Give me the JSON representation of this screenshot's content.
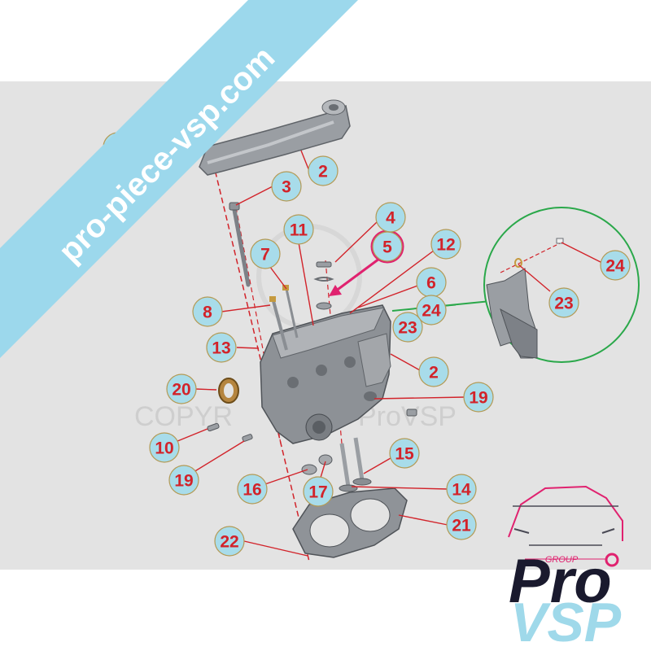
{
  "banner": {
    "text": "pro-piece-vsp.com"
  },
  "watermark": {
    "left": "COPYR",
    "right": "ProVSP"
  },
  "logo": {
    "group": "GROUP",
    "pro": "Pro",
    "vsp": "VSP"
  },
  "colors": {
    "panel": "#e3e3e3",
    "callout_fill": "#a8dcea",
    "callout_stroke": "#b49a55",
    "leader": "#d2232a",
    "banner": "#9cd8ec",
    "zoom_circle": "#2aa84a",
    "highlight": "#e0226f"
  },
  "callouts": [
    {
      "id": "c1",
      "label": "1"
    },
    {
      "id": "c2a",
      "label": "2"
    },
    {
      "id": "c3",
      "label": "3"
    },
    {
      "id": "c4",
      "label": "4"
    },
    {
      "id": "c5",
      "label": "5"
    },
    {
      "id": "c11",
      "label": "11"
    },
    {
      "id": "c12",
      "label": "12"
    },
    {
      "id": "c7",
      "label": "7"
    },
    {
      "id": "c6",
      "label": "6"
    },
    {
      "id": "c24a",
      "label": "24"
    },
    {
      "id": "c8",
      "label": "8"
    },
    {
      "id": "c23a",
      "label": "23"
    },
    {
      "id": "c13",
      "label": "13"
    },
    {
      "id": "c2b",
      "label": "2"
    },
    {
      "id": "c20",
      "label": "20"
    },
    {
      "id": "c19a",
      "label": "19"
    },
    {
      "id": "c10",
      "label": "10"
    },
    {
      "id": "c15",
      "label": "15"
    },
    {
      "id": "c19b",
      "label": "19"
    },
    {
      "id": "c16",
      "label": "16"
    },
    {
      "id": "c17",
      "label": "17"
    },
    {
      "id": "c14",
      "label": "14"
    },
    {
      "id": "c21",
      "label": "21"
    },
    {
      "id": "c22",
      "label": "22"
    },
    {
      "id": "c24b",
      "label": "24"
    },
    {
      "id": "c23b",
      "label": "23"
    }
  ]
}
